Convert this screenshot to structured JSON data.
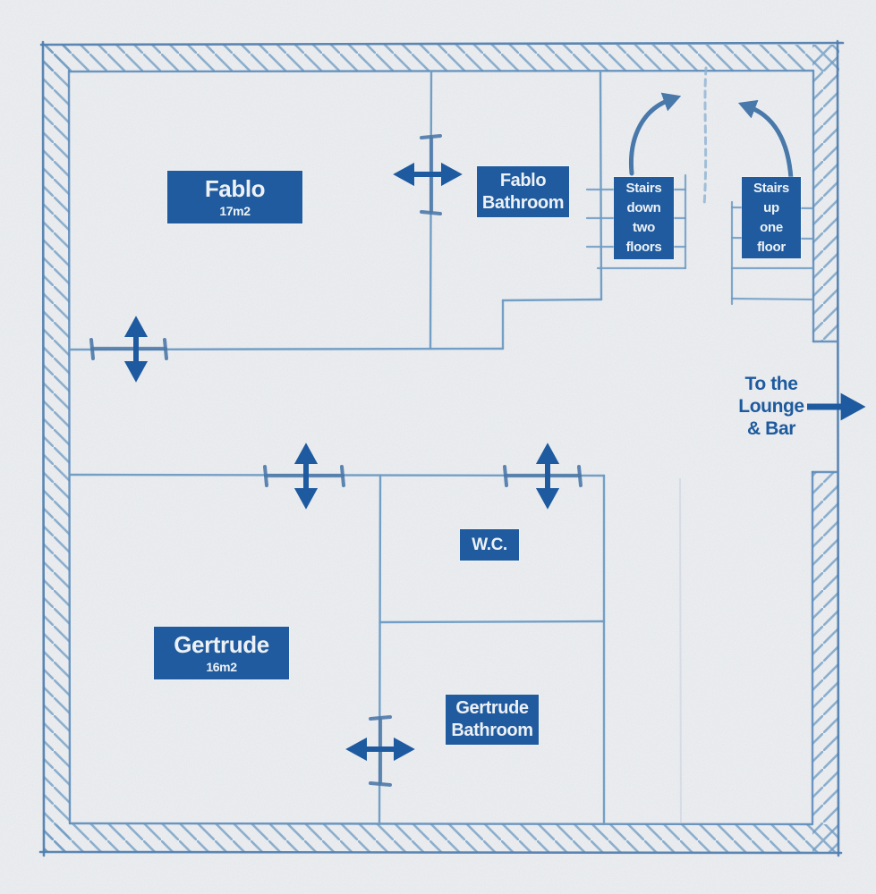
{
  "colors": {
    "label_bg": "#1f5b9e",
    "label_text": "#edf1f6",
    "ink": "#6d9bc3",
    "ink_dark": "#4e7dae",
    "arrow_blue": "#1e5aa0",
    "stair_arrow": "#3c6fa5",
    "exit_text": "#1d5a9e",
    "paper": "#edeff1"
  },
  "plan": {
    "rooms": [
      {
        "id": "fablo",
        "title": "Fablo",
        "subtitle": "17m2"
      },
      {
        "id": "fablo-bathroom",
        "lines": [
          "Fablo",
          "Bathroom"
        ]
      },
      {
        "id": "wc",
        "title": "W.C."
      },
      {
        "id": "gertrude",
        "title": "Gertrude",
        "subtitle": "16m2"
      },
      {
        "id": "gertrude-bathroom",
        "lines": [
          "Gertrude",
          "Bathroom"
        ]
      }
    ],
    "stairs_down": {
      "lines": [
        "Stairs",
        "down",
        "two",
        "floors"
      ]
    },
    "stairs_up": {
      "lines": [
        "Stairs",
        "up",
        "one",
        "floor"
      ]
    },
    "lounge_exit": {
      "lines": [
        "To the",
        "Lounge",
        "& Bar"
      ]
    }
  }
}
